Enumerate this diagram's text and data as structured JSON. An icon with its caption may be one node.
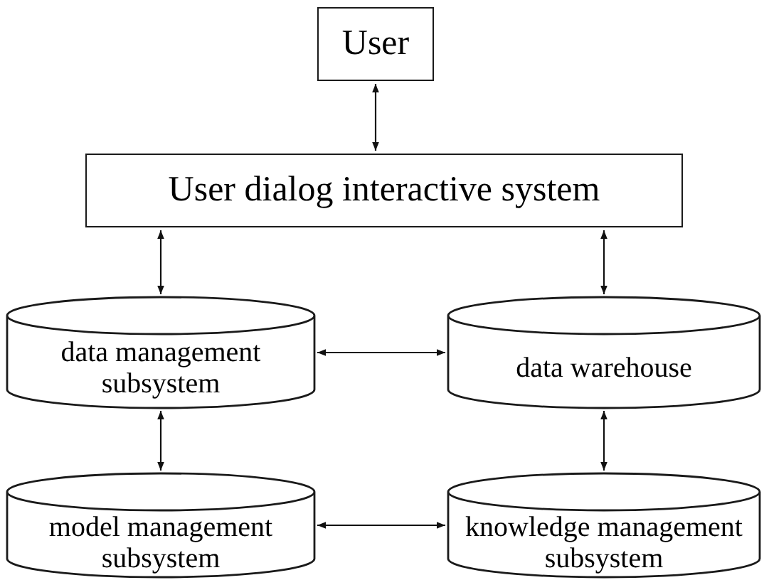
{
  "diagram": {
    "nodes": [
      {
        "text": [
          "User"
        ]
      },
      {
        "text": [
          "User dialog interactive system"
        ]
      },
      {
        "text": [
          "data management subsystem"
        ]
      },
      {
        "text": [
          "data warehouse"
        ]
      },
      {
        "text": [
          "model management subsystem"
        ]
      },
      {
        "text": [
          "knowledge management subsystem"
        ]
      }
    ],
    "edges": [
      {
        "from": 0,
        "to": 1,
        "arrow": "both"
      },
      {
        "from": 1,
        "to": 2,
        "arrow": "both"
      },
      {
        "from": 1,
        "to": 3,
        "arrow": "both"
      },
      {
        "from": 2,
        "to": 3,
        "arrow": "both"
      },
      {
        "from": 2,
        "to": 4,
        "arrow": "both"
      },
      {
        "from": 3,
        "to": 5,
        "arrow": "both"
      },
      {
        "from": 4,
        "to": 5,
        "arrow": "both"
      }
    ]
  }
}
